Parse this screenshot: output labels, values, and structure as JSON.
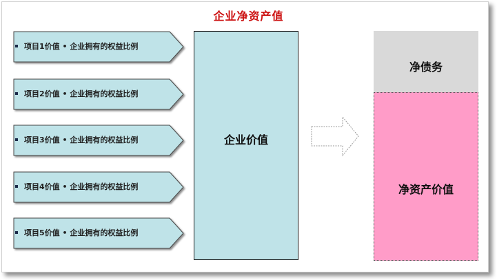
{
  "title": "企业净资产值",
  "items": [
    {
      "label": "项目1价值 • 企业拥有的权益比例"
    },
    {
      "label": "项目2价值 • 企业拥有的权益比例"
    },
    {
      "label": "项目3价值 • 企业拥有的权益比例"
    },
    {
      "label": "项目4价值 • 企业拥有的权益比例"
    },
    {
      "label": "项目5价值 • 企业拥有的权益比例"
    }
  ],
  "center": {
    "label": "企业价值"
  },
  "right": {
    "debt_label": "净债务",
    "equity_label": "净资产价值"
  },
  "colors": {
    "title": "#cc1111",
    "item_fill": "#bfe3e8",
    "center_fill": "#bfe3e8",
    "debt_fill": "#d9d9d9",
    "equity_fill": "#ff9cc8"
  }
}
